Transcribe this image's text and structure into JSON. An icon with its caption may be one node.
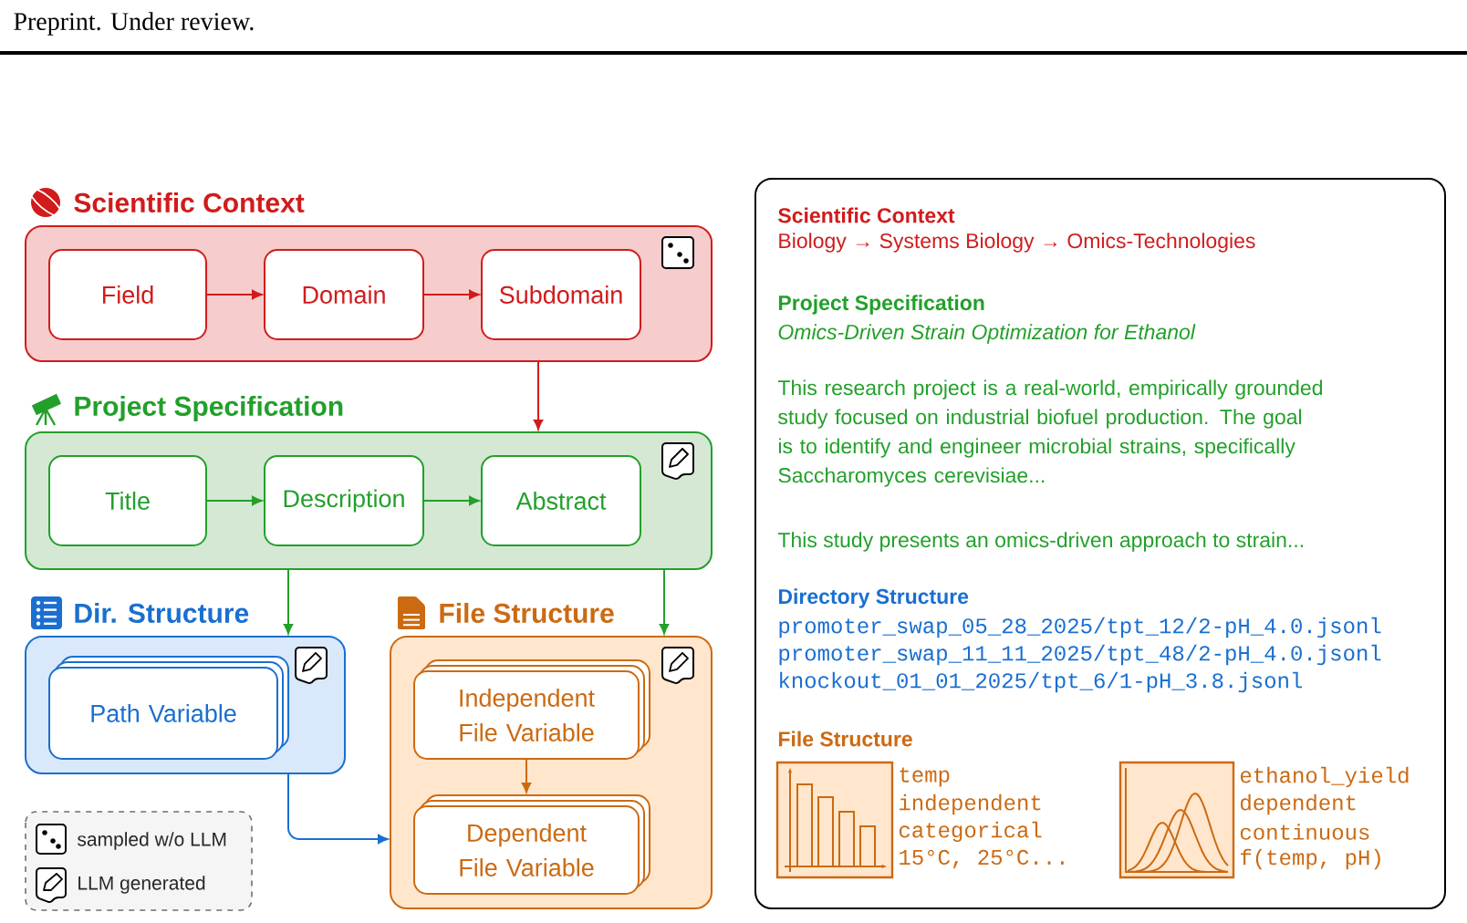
{
  "diagram": {
    "nodes": [
      {
        "text": [
          "Scientific Context"
        ]
      },
      {
        "text": [
          "Field"
        ],
        "in": 0
      },
      {
        "text": [
          "Domain"
        ],
        "in": 0
      },
      {
        "text": [
          "Subdomain"
        ],
        "in": 0
      },
      {
        "text": [
          "Project Specification"
        ]
      },
      {
        "text": [
          "Title"
        ],
        "in": 4
      },
      {
        "text": [
          "Description"
        ],
        "in": 4
      },
      {
        "text": [
          "Abstract"
        ],
        "in": 4
      },
      {
        "text": [
          "Dir. Structure"
        ]
      },
      {
        "text": [
          "Path Variable"
        ],
        "in": 8
      },
      {
        "text": [
          "File Structure"
        ]
      },
      {
        "text": [
          "Independent File Variable"
        ],
        "in": 10
      },
      {
        "text": [
          "Dependent File Variable"
        ],
        "in": 10
      },
      {
        "text": [
          "Scientific Context",
          "Biology → Systems Biology → Omics-Technologies",
          "Project Specification",
          "Omics-Driven Strain Optimization for Ethanol",
          "This research project is a real-world, empirically grounded study focused on industrial biofuel production. The goal is to identify and engineer microbial strains, specifically Saccharomyces cerevisiae...",
          "This study presents an omics-driven approach to strain...",
          "Directory Structure",
          "promoter_swap_05_28_2025/tpt_12/2-pH_4.0.jsonl",
          "promoter_swap_11_11_2025/tpt_48/2-pH_4.0.jsonl",
          "knockout_01_01_2025/tpt_6/1-pH_3.8.jsonl",
          "File Structure",
          "temp",
          "independent",
          "categorical",
          "15°C, 25°C...",
          "ethanol_yield",
          "dependent",
          "continuous",
          "f(temp, pH)"
        ]
      }
    ],
    "edges": [
      {
        "from": 1,
        "to": 2,
        "arrow": "to",
        "color": "#d01c1c"
      },
      {
        "from": 2,
        "to": 3,
        "arrow": "to",
        "color": "#d01c1c"
      },
      {
        "from": 0,
        "to": 4,
        "arrow": "to",
        "color": "#d01c1c"
      },
      {
        "from": 5,
        "to": 6,
        "arrow": "to"
      },
      {
        "from": 6,
        "to": 7,
        "arrow": "to"
      },
      {
        "from": 4,
        "to": 8,
        "arrow": "to"
      },
      {
        "from": 4,
        "to": 10,
        "arrow": "to"
      },
      {
        "from": 11,
        "to": 12,
        "arrow": "to",
        "color": "#cc6a12"
      },
      {
        "from": 8,
        "to": 10,
        "arrow": "to",
        "color": "#1a6fd0"
      }
    ],
    "labels": [
      "Preprint. Under review."
    ],
    "legend": [
      {
        "text": "sampled w/o LLM"
      },
      {
        "text": "LLM generated"
      }
    ]
  }
}
